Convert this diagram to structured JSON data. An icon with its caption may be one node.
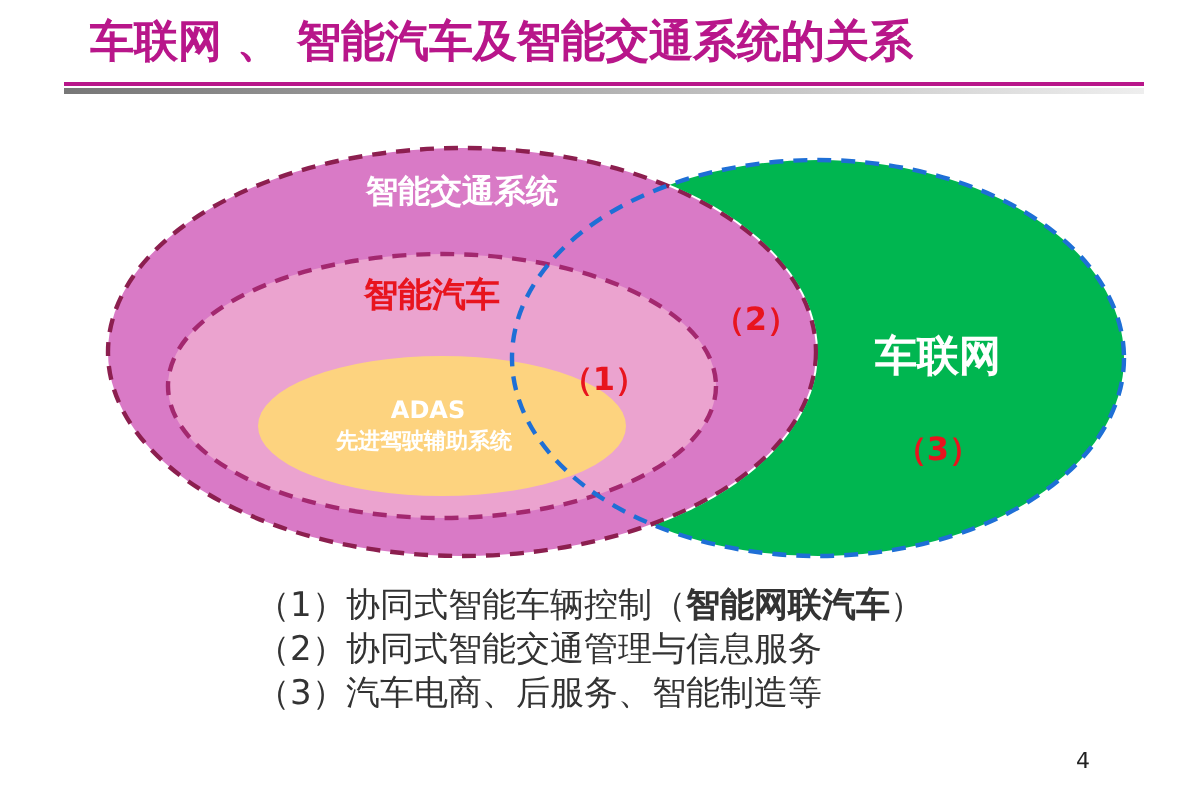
{
  "diagram": {
    "title": "车联网 、 智能汽车及智能交通系统的关系",
    "nodes": [
      {
        "text": [
          "智能交通系统"
        ]
      },
      {
        "text": [
          "智能汽车"
        ],
        "in": 0
      },
      {
        "text": [
          "ADAS",
          "先进驾驶辅助系统"
        ],
        "in": 1
      },
      {
        "text": [
          "车联网"
        ]
      }
    ],
    "labels": [
      "（2）",
      "（1）",
      "（3）",
      "（1）协同式智能车辆控制（**智能网联汽车**）",
      "（2）协同式智能交通管理与信息服务",
      "（3）汽车电商、后服务、智能制造等",
      "4"
    ]
  }
}
